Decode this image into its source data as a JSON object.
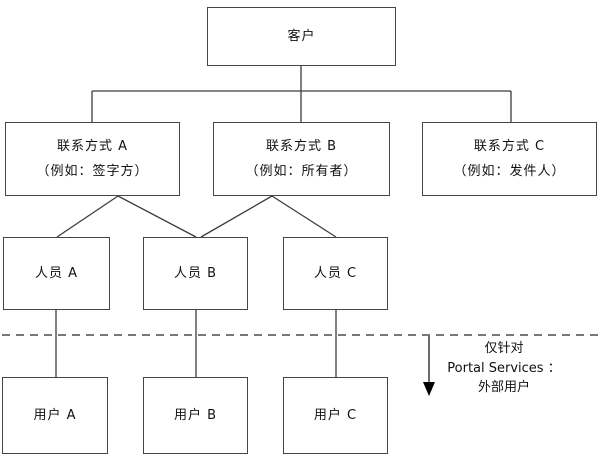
{
  "diagram": {
    "title_hint": "customer-contact-hierarchy",
    "nodes": {
      "customer": {
        "label": "客户"
      },
      "contact_a": {
        "label": "联系方式 A",
        "example": "（例如：签字方）"
      },
      "contact_b": {
        "label": "联系方式 B",
        "example": "（例如：所有者）"
      },
      "contact_c": {
        "label": "联系方式 C",
        "example": "（例如：发件人）"
      },
      "person_a": {
        "label": "人员 A"
      },
      "person_b": {
        "label": "人员 B"
      },
      "person_c": {
        "label": "人员 C"
      },
      "user_a": {
        "label": "用户 A"
      },
      "user_b": {
        "label": "用户 B"
      },
      "user_c": {
        "label": "用户 C"
      }
    },
    "edges": [
      {
        "from": "customer",
        "to": "contact_a"
      },
      {
        "from": "customer",
        "to": "contact_b"
      },
      {
        "from": "customer",
        "to": "contact_c"
      },
      {
        "from": "contact_a",
        "to": "person_a"
      },
      {
        "from": "contact_a",
        "to": "person_b"
      },
      {
        "from": "contact_b",
        "to": "person_b"
      },
      {
        "from": "contact_b",
        "to": "person_c"
      },
      {
        "from": "person_a",
        "to": "user_a"
      },
      {
        "from": "person_b",
        "to": "user_b"
      },
      {
        "from": "person_c",
        "to": "user_c"
      }
    ],
    "annotation": {
      "lines": [
        "仅针对",
        "Portal Services ：",
        "外部用户"
      ]
    },
    "colors": {
      "line": "#3c3c3c",
      "divider": "#4a4a4a",
      "text": "#111111",
      "background": "#ffffff",
      "box_border": "#454545"
    }
  }
}
